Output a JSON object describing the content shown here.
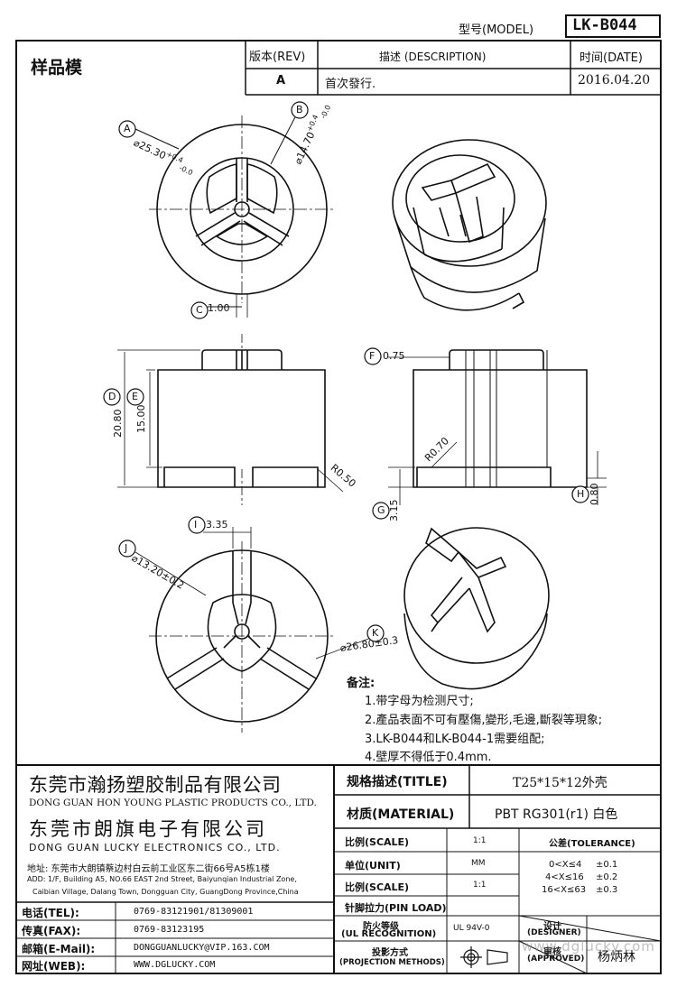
{
  "header": {
    "model_label": "型号(MODEL)",
    "model_value": "LK-B044",
    "sample_label": "样品模",
    "rev_header": "版本(REV)",
    "desc_header": "描述 (DESCRIPTION)",
    "date_header": "时间(DATE)",
    "rev_value": "A",
    "desc_value": "首次發行.",
    "date_value": "2016.04.20"
  },
  "callouts": {
    "A": "A",
    "B": "B",
    "C": "C",
    "D": "D",
    "E": "E",
    "F": "F",
    "G": "G",
    "H": "H",
    "I": "I",
    "J": "J",
    "K": "K"
  },
  "dims": {
    "a_val": "⌀25.30",
    "a_tol_up": "+0.4",
    "a_tol_dn": "-0.0",
    "b_val": "⌀14.70",
    "b_tol_up": "+0.4",
    "b_tol_dn": "-0.0",
    "c_val": "1.00",
    "d_val": "20.80",
    "e_val": "15.00",
    "r050": "R0.50",
    "f_val": "0.75",
    "r070": "R0.70",
    "g_val": "3.15",
    "h_val": "0.80",
    "i_val": "3.35",
    "j_val": "⌀13.20±0.2",
    "k_val": "⌀26.80±0.3"
  },
  "notes": {
    "title": "备注:",
    "items": [
      "1.带字母为检测尺寸;",
      "2.產品表面不可有壓傷,變形,毛邊,斷裂等現象;",
      "3.LK-B044和LK-B044-1需要组配;",
      "4.壁厚不得低于0.4mm."
    ]
  },
  "company": {
    "cn1": "东莞市瀚扬塑胶制品有限公司",
    "en1": "DONG GUAN HON YOUNG PLASTIC PRODUCTS CO., LTD.",
    "cn2": "东莞市朗旗电子有限公司",
    "en2": "DONG GUAN LUCKY ELECTRONICS CO., LTD.",
    "addr_cn": "地址: 东莞市大朗镇蔡边村白云前工业区东二街66号A5栋1楼",
    "addr_en1": "ADD: 1/F, Building A5, NO.66 EAST 2nd Street, Baiyunqian Industrial Zone,",
    "addr_en2": "Caibian Village, Dalang Town, Dongguan City, GuangDong Province,China"
  },
  "contact": {
    "tel_label": "电话(TEL):",
    "tel_value": "0769-83121901/81309001",
    "fax_label": "传真(FAX):",
    "fax_value": "0769-83123195",
    "mail_label": "邮箱(E-Mail):",
    "mail_value": "DONGGUANLUCKY@VIP.163.COM",
    "web_label": "网址(WEB):",
    "web_value": "WWW.DGLUCKY.COM"
  },
  "spec": {
    "title_label": "规格描述(TITLE)",
    "title_value": "T25*15*12外壳",
    "material_label": "材质(MATERIAL)",
    "material_value": "PBT RG301(r1) 白色",
    "scale_label": "比例(SCALE)",
    "scale_value": "1:1",
    "unit_label": "单位(UNIT)",
    "unit_value": "MM",
    "scale2_label": "比例(SCALE)",
    "scale2_value": "1:1",
    "pin_label": "针脚拉力(PIN LOAD)",
    "fire_label": "防火等级",
    "fire_label2": "(UL RECOGNITION)",
    "fire_value": "UL 94V-0",
    "proj_label": "投影方式",
    "proj_label2": "(PROJECTION METHODS)",
    "tol_header": "公差(TOLERANCE)",
    "tol_rows": [
      {
        "range": "0<X≤4",
        "tol": "±0.1"
      },
      {
        "range": "4<X≤16",
        "tol": "±0.2"
      },
      {
        "range": "16<X≤63",
        "tol": "±0.3"
      }
    ],
    "designer_label": "设计",
    "designer_label2": "(DESIGNER)",
    "approved_label": "审核",
    "approved_label2": "(APPROVED)",
    "approved_value": "杨炳林"
  },
  "watermark": "www.dglucky.com"
}
